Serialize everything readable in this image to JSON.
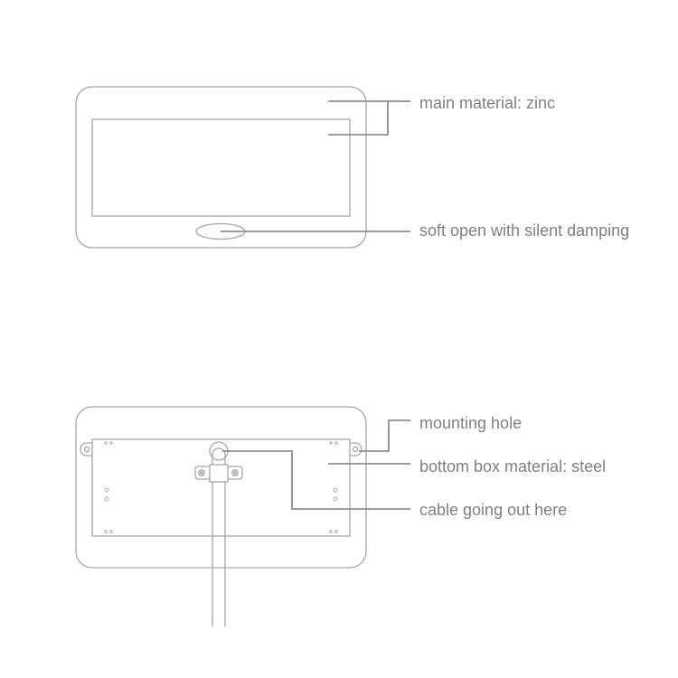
{
  "colors": {
    "outline": "#a6a6a6",
    "leader": "#7f7f7f",
    "text": "#808080",
    "background": "#ffffff"
  },
  "top_view": {
    "labels": [
      {
        "id": "main-material",
        "text": "main material: zinc"
      },
      {
        "id": "soft-open",
        "text": "soft open with silent damping"
      }
    ]
  },
  "bottom_view": {
    "labels": [
      {
        "id": "mounting-hole",
        "text": "mounting hole"
      },
      {
        "id": "bottom-box-material",
        "text": "bottom box material: steel"
      },
      {
        "id": "cable-out",
        "text": "cable going out here"
      }
    ]
  }
}
